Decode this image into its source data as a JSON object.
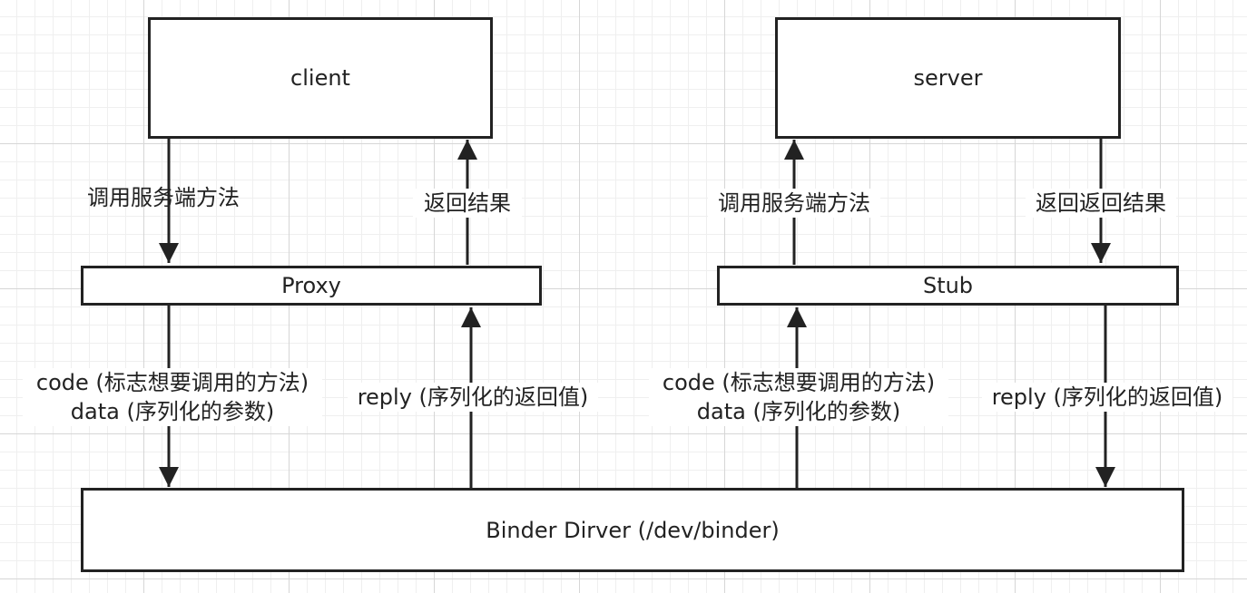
{
  "boxes": {
    "client": "client",
    "server": "server",
    "proxy": "Proxy",
    "stub": "Stub",
    "binder": "Binder Dirver (/dev/binder)"
  },
  "labels": {
    "client_call": "调用服务端方法",
    "client_return": "返回结果",
    "server_call": "调用服务端方法",
    "server_return": "返回返回结果",
    "proxy_send_line1": "code (标志想要调用的方法)",
    "proxy_send_line2": "data (序列化的参数)",
    "proxy_reply": "reply (序列化的返回值)",
    "stub_recv_line1": "code (标志想要调用的方法)",
    "stub_recv_line2": "data (序列化的参数)",
    "stub_reply": "reply (序列化的返回值)"
  }
}
